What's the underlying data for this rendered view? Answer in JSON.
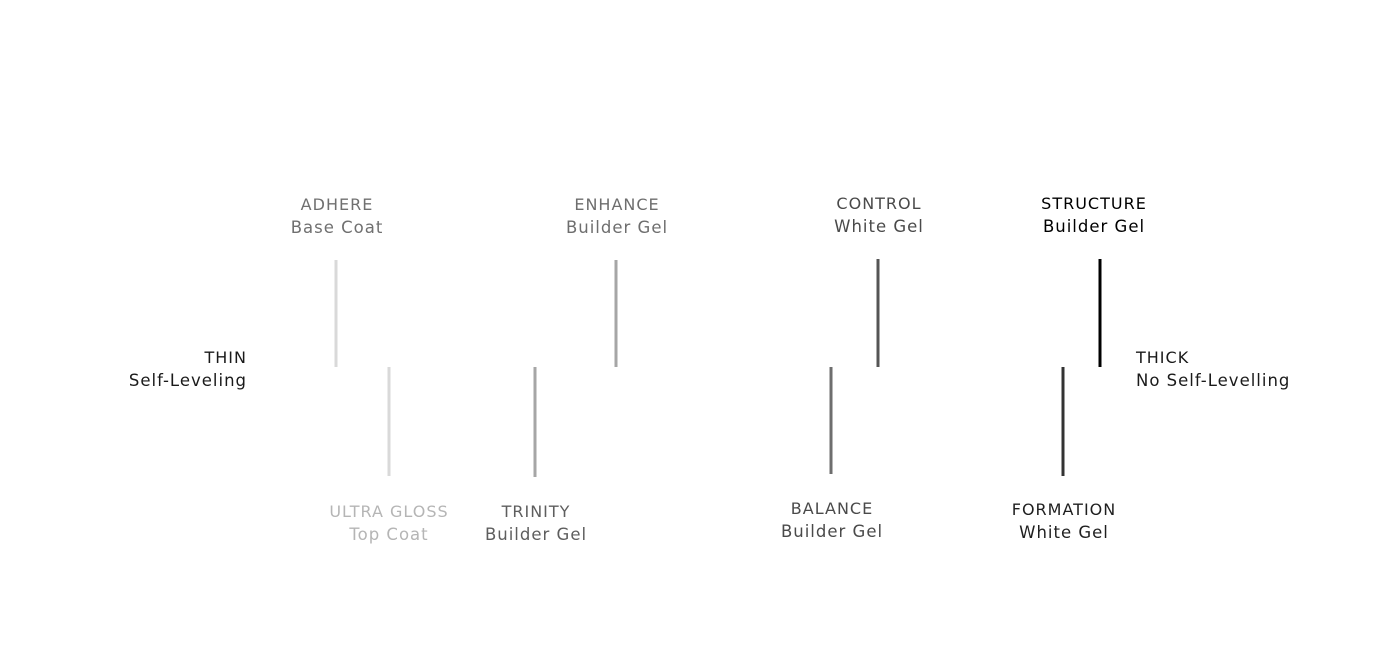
{
  "scale": {
    "left_end": {
      "title": "THIN",
      "subtitle": "Self-Leveling",
      "color": "#1a1a1a"
    },
    "right_end": {
      "title": "THICK",
      "subtitle": "No Self-Levelling",
      "color": "#1a1a1a"
    },
    "axis_gradient": [
      "#ffffff",
      "#e6e6e6",
      "#bcbcbc",
      "#8c8c8c",
      "#555555",
      "#000000"
    ]
  },
  "products": [
    {
      "id": "adhere",
      "name": "ADHERE",
      "type": "Base Coat",
      "side": "above",
      "color": "#d9d9d9",
      "text_color": "#707070"
    },
    {
      "id": "ultra-gloss",
      "name": "ULTRA GLOSS",
      "type": "Top Coat",
      "side": "below",
      "color": "#d9d9d9",
      "text_color": "#b5b5b5"
    },
    {
      "id": "trinity",
      "name": "TRINITY",
      "type": "Builder Gel",
      "side": "below",
      "color": "#a6a6a6",
      "text_color": "#5e5e5e"
    },
    {
      "id": "enhance",
      "name": "ENHANCE",
      "type": "Builder Gel",
      "side": "above",
      "color": "#a6a6a6",
      "text_color": "#6e6e6e"
    },
    {
      "id": "balance",
      "name": "BALANCE",
      "type": "Builder Gel",
      "side": "below",
      "color": "#6e6e6e",
      "text_color": "#4a4a4a"
    },
    {
      "id": "control",
      "name": "CONTROL",
      "type": "White Gel",
      "side": "above",
      "color": "#555555",
      "text_color": "#4a4a4a"
    },
    {
      "id": "formation",
      "name": "FORMATION",
      "type": "White Gel",
      "side": "below",
      "color": "#333333",
      "text_color": "#1f1f1f"
    },
    {
      "id": "structure",
      "name": "STRUCTURE",
      "type": "Builder Gel",
      "side": "above",
      "color": "#000000",
      "text_color": "#000000"
    }
  ]
}
